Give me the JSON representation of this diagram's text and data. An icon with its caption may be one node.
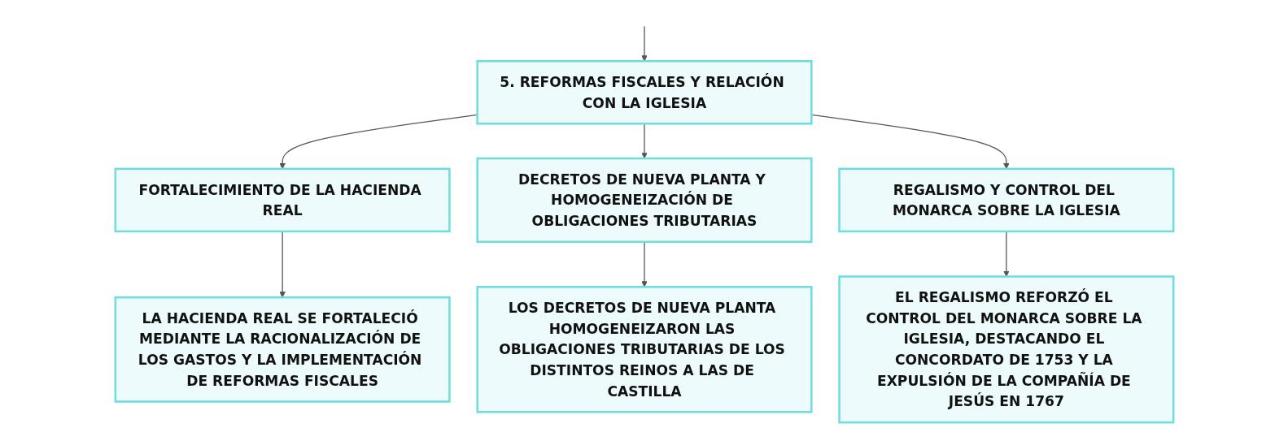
{
  "diagram": {
    "nodes": [
      {
        "text": [
          "5. REFORMAS FISCALES Y RELACIÓN CON LA IGLESIA"
        ]
      },
      {
        "text": [
          "FORTALECIMIENTO DE LA HACIENDA REAL"
        ]
      },
      {
        "text": [
          "DECRETOS DE NUEVA PLANTA Y HOMOGENEIZACIÓN DE OBLIGACIONES TRIBUTARIAS"
        ]
      },
      {
        "text": [
          "REGALISMO Y CONTROL DEL MONARCA SOBRE LA IGLESIA"
        ]
      },
      {
        "text": [
          "LA HACIENDA REAL SE FORTALECIÓ MEDIANTE LA RACIONALIZACIÓN DE LOS GASTOS Y LA IMPLEMENTACIÓN DE REFORMAS FISCALES"
        ]
      },
      {
        "text": [
          "LOS DECRETOS DE NUEVA PLANTA HOMOGENEIZARON LAS OBLIGACIONES TRIBUTARIAS DE LOS DISTINTOS REINOS A LAS DE CASTILLA"
        ]
      },
      {
        "text": [
          "EL REGALISMO REFORZÓ EL CONTROL DEL MONARCA SOBRE LA IGLESIA, DESTACANDO EL CONCORDATO DE 1753 Y LA EXPULSIÓN DE LA COMPAÑÍA DE JESÚS EN 1767"
        ]
      }
    ],
    "edges": [
      {
        "from": null,
        "to": 0,
        "arrow": "to"
      },
      {
        "from": 0,
        "to": 1,
        "arrow": "to"
      },
      {
        "from": 0,
        "to": 2,
        "arrow": "to"
      },
      {
        "from": 0,
        "to": 3,
        "arrow": "to"
      },
      {
        "from": 1,
        "to": 4,
        "arrow": "to"
      },
      {
        "from": 2,
        "to": 5,
        "arrow": "to"
      },
      {
        "from": 3,
        "to": 6,
        "arrow": "to"
      }
    ]
  }
}
